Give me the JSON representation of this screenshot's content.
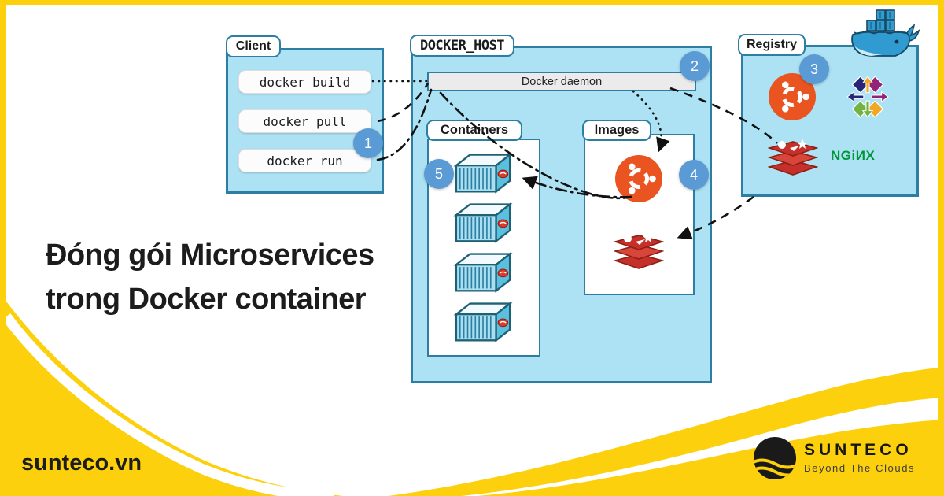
{
  "title": {
    "line1": "Đóng gói Microservices",
    "line2": "trong Docker container"
  },
  "footer": {
    "website": "sunteco.vn",
    "brand": "SUNTECO",
    "tagline": "Beyond The Clouds"
  },
  "diagram": {
    "client": {
      "label": "Client",
      "commands": [
        "docker build",
        "docker pull",
        "docker run"
      ]
    },
    "docker_host": {
      "label": "DOCKER_HOST",
      "daemon_label": "Docker daemon",
      "containers_label": "Containers",
      "images_label": "Images"
    },
    "registry": {
      "label": "Registry",
      "nginx_label": "NGiИX",
      "icons": [
        "ubuntu-logo",
        "centos-logo",
        "redis-logo",
        "nginx-logo",
        "docker-whale"
      ]
    },
    "badges": [
      "1",
      "2",
      "3",
      "4",
      "5"
    ],
    "colors": {
      "yellow": "#FCD00C",
      "box_fill": "#ADE2F4",
      "box_border": "#2C7FA3",
      "badge_blue": "#5B9BD5",
      "ubuntu_orange": "#E95420",
      "redis_red": "#C6302B",
      "nginx_green": "#009639",
      "docker_blue": "#2F9BD0"
    }
  }
}
